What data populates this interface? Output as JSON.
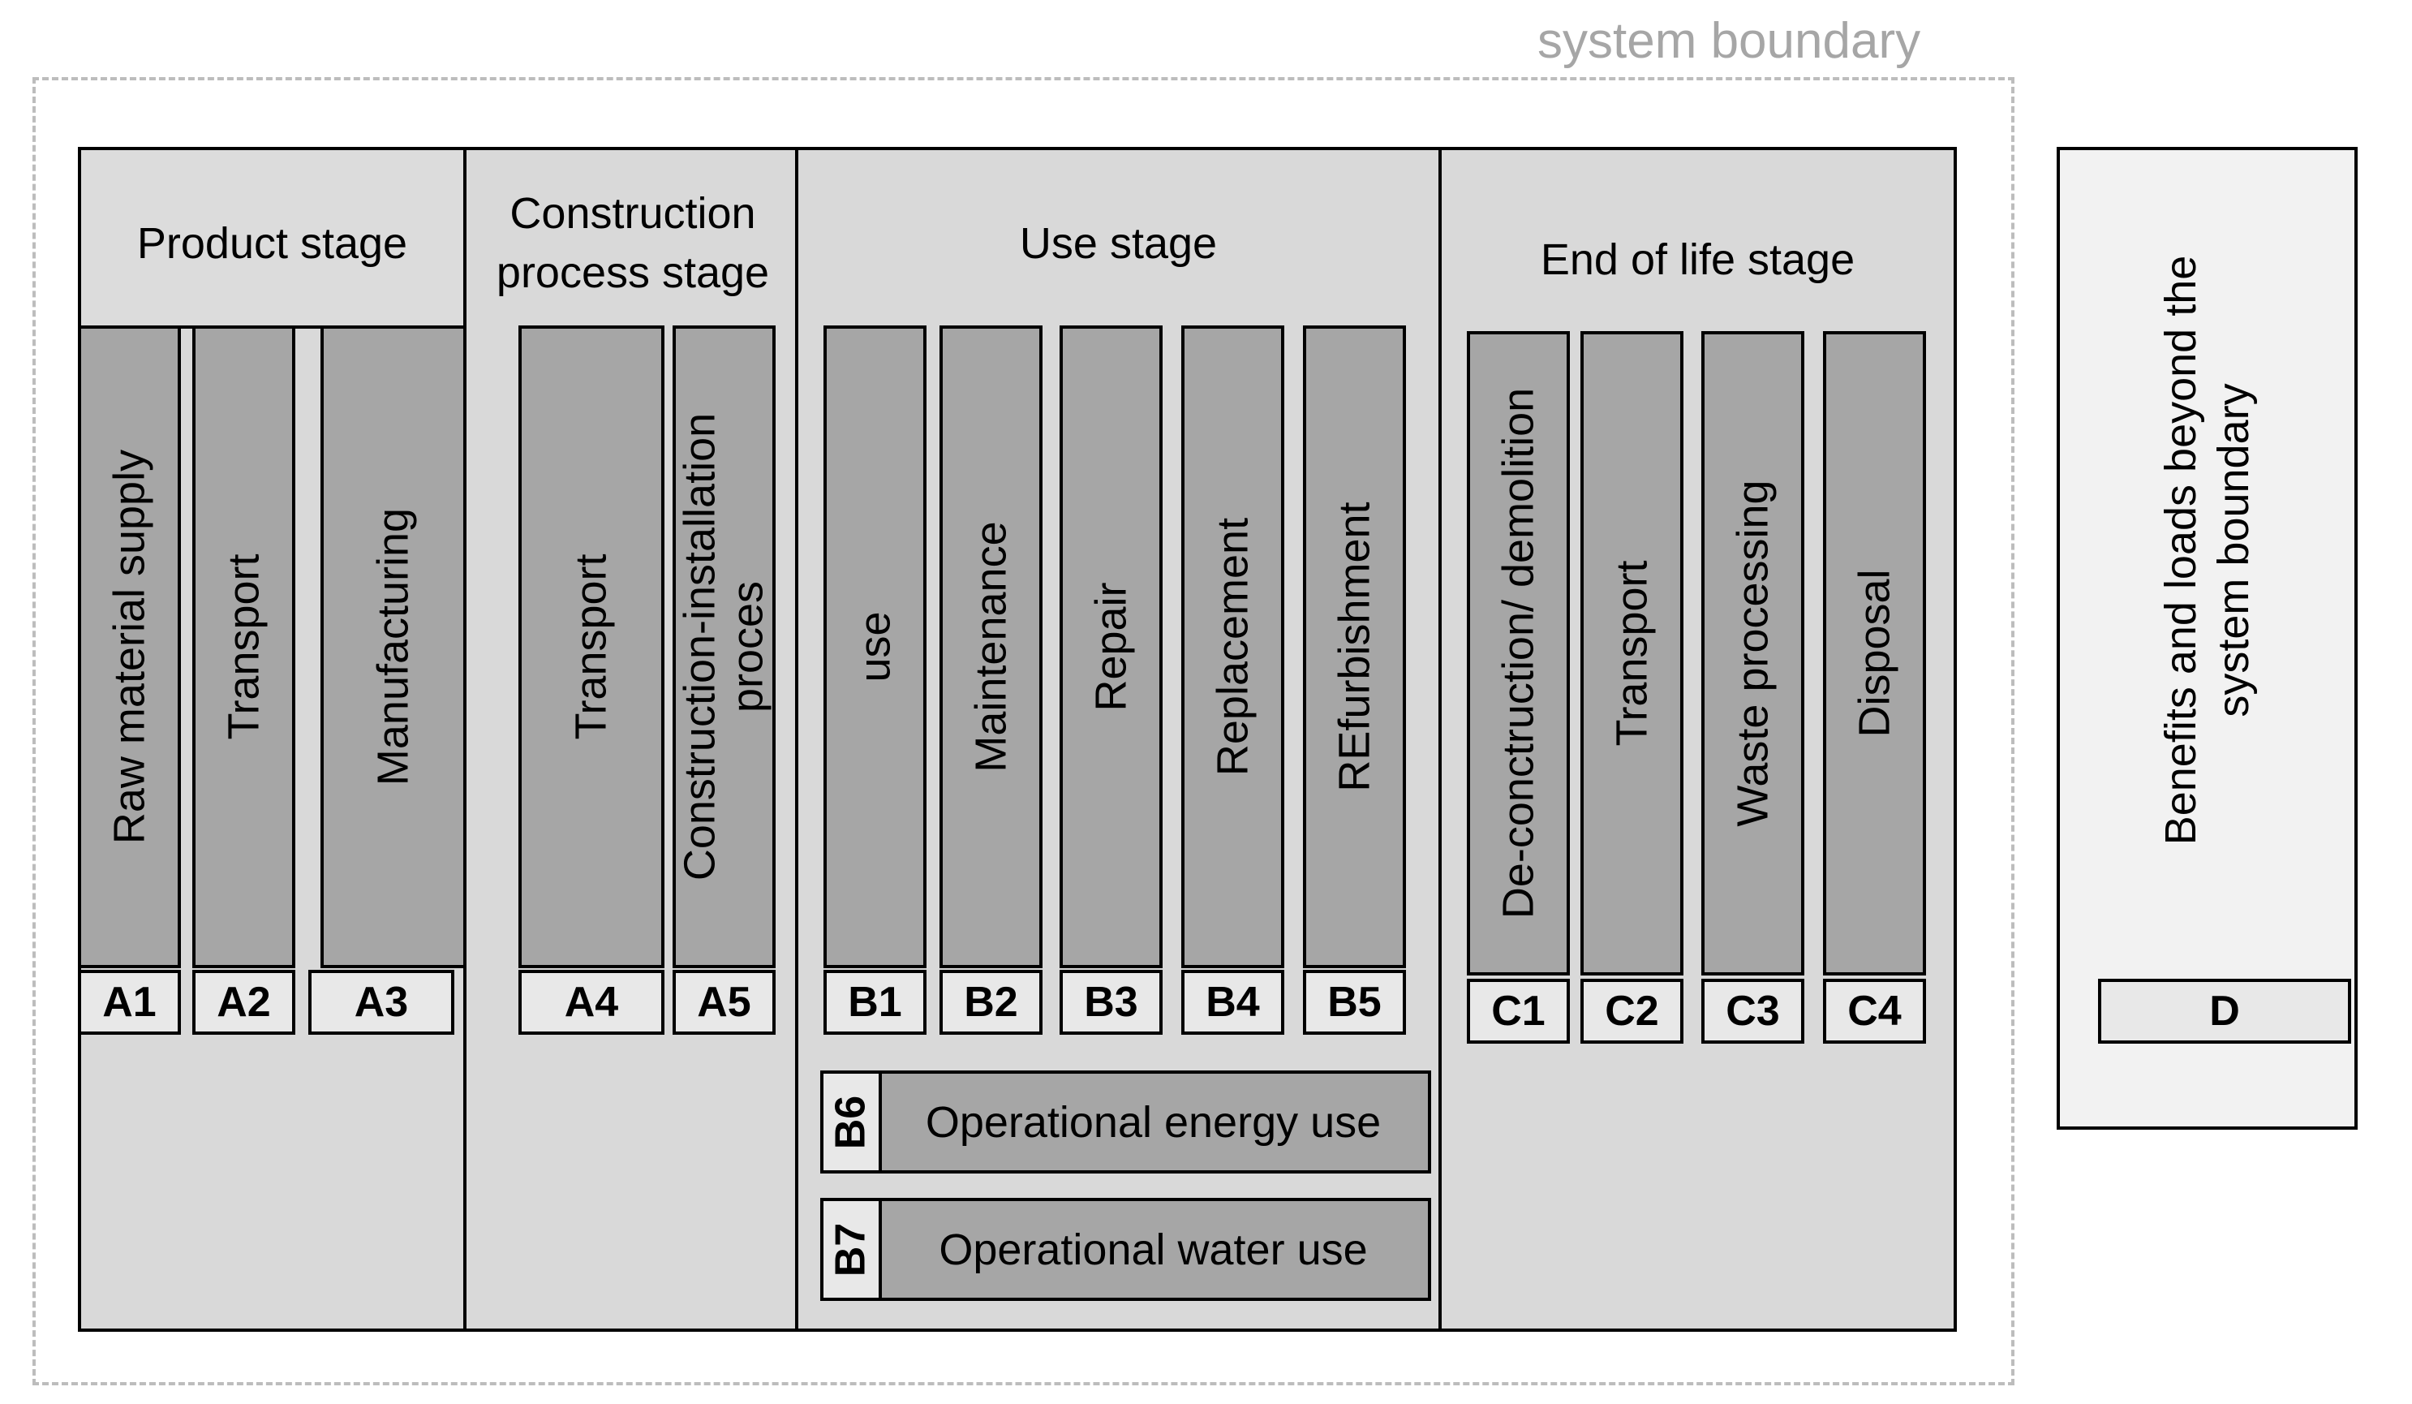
{
  "system_boundary_label": "system boundary",
  "stages": {
    "product": {
      "title": "Product stage",
      "modules": [
        {
          "code": "A1",
          "label": "Raw material supply"
        },
        {
          "code": "A2",
          "label": "Transport"
        },
        {
          "code": "A3",
          "label": "Manufacturing"
        }
      ]
    },
    "construction": {
      "title": "Construction process stage",
      "modules": [
        {
          "code": "A4",
          "label": "Transport"
        },
        {
          "code": "A5",
          "label": "Construction-installation proces"
        }
      ]
    },
    "use": {
      "title": "Use stage",
      "modules": [
        {
          "code": "B1",
          "label": "use"
        },
        {
          "code": "B2",
          "label": "Maintenance"
        },
        {
          "code": "B3",
          "label": "Repair"
        },
        {
          "code": "B4",
          "label": "Replacement"
        },
        {
          "code": "B5",
          "label": "REfurbishment"
        }
      ],
      "operational": [
        {
          "code": "B6",
          "label": "Operational energy use"
        },
        {
          "code": "B7",
          "label": "Operational water use"
        }
      ]
    },
    "end_of_life": {
      "title": "End of life stage",
      "modules": [
        {
          "code": "C1",
          "label": "De-conctruction/ demolition"
        },
        {
          "code": "C2",
          "label": "Transport"
        },
        {
          "code": "C3",
          "label": "Waste processing"
        },
        {
          "code": "C4",
          "label": "Disposal"
        }
      ]
    }
  },
  "beyond": {
    "label": "Benefits and loads beyond the system boundary",
    "code": "D"
  }
}
